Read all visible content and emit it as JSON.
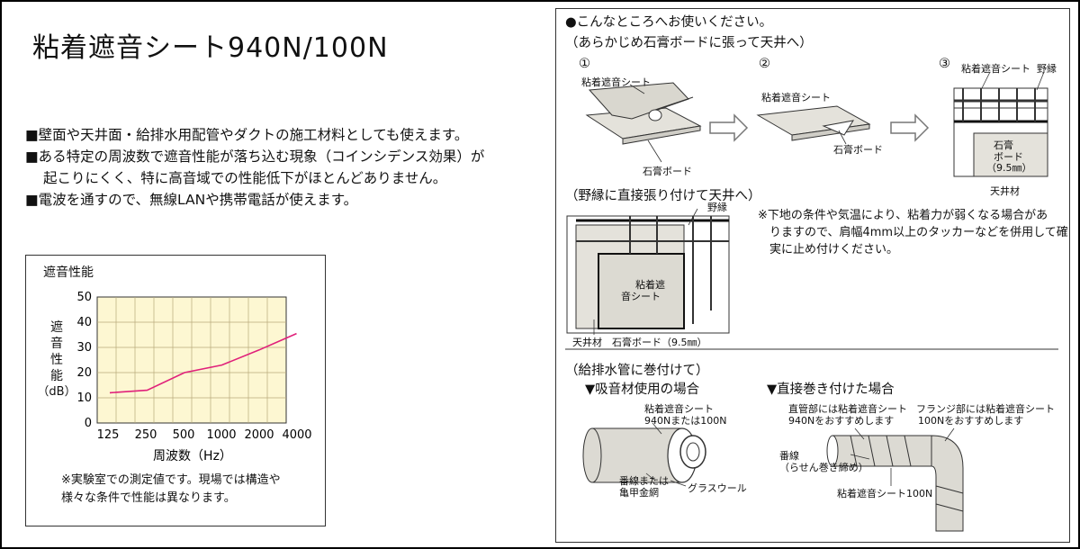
{
  "title": "粘着遮音シート940N/100N",
  "bullets": [
    {
      "mark": "■",
      "text": "壁面や天井面・給排水用配管やダクトの施工材料としても使えます。"
    },
    {
      "mark": "■",
      "text": "ある特定の周波数で遮音性能が落ち込む現象（コインシデンス効果）が"
    },
    {
      "mark": "",
      "text": "起こりにくく、特に高音域での性能低下がほとんどありません。"
    },
    {
      "mark": "■",
      "text": "電波を通すので、無線LANや携帯電話が使えます。"
    }
  ],
  "chart_data": {
    "type": "line",
    "title": "遮音性能",
    "xlabel": "周波数（Hz）",
    "ylabel": "遮音性能（dB）",
    "ylabel_chars": [
      "遮",
      "音",
      "性",
      "能"
    ],
    "ylabel_unit": "（dB）",
    "categories": [
      "125",
      "250",
      "500",
      "1000",
      "2000",
      "4000"
    ],
    "values": [
      12,
      13,
      20,
      23,
      29,
      35.5
    ],
    "ylim": [
      0,
      50
    ],
    "yticks": [
      "0",
      "10",
      "20",
      "30",
      "40",
      "50"
    ],
    "grid": true,
    "line_color": "#e0207a",
    "plot_bg": "#fdf7d2",
    "grid_color": "#b7a97a"
  },
  "chart_note": [
    "※実験室での測定値です。現場では構造や",
    "様々な条件で性能は異なります。"
  ],
  "usage": {
    "heading": "●こんなところへお使いください。",
    "sub1": "（あらかじめ石膏ボードに張って天井へ）",
    "steps": [
      {
        "num": "①",
        "labels": [
          "粘着遮音シート",
          "石膏ボード"
        ]
      },
      {
        "num": "②",
        "labels": [
          "粘着遮音シート",
          "石膏ボード"
        ]
      },
      {
        "num": "③",
        "labels": [
          "粘着遮音シート",
          "野縁",
          "石膏",
          "ボード",
          "（9.5㎜）",
          "天井材"
        ]
      }
    ],
    "sub2": "（野縁に直接張り付けて天井へ）",
    "direct_labels": [
      "野縁",
      "粘着遮",
      "音シート",
      "天井材",
      "石膏ボード（9.5㎜）"
    ],
    "note": [
      "※下地の条件や気温により、粘着力が弱くなる場合があ",
      "りますので、肩幅4mm以上のタッカーなどを併用して確",
      "実に止め付けください。"
    ],
    "sub3": "（給排水管に巻付けて）",
    "case1": {
      "title": "▼吸音材使用の場合",
      "labels": [
        "粘着遮音シート",
        "940Nまたは100N",
        "番線または",
        "亀甲金網",
        "グラスウール"
      ]
    },
    "case2": {
      "title": "▼直接巻き付けた場合",
      "labels": [
        "直管部には粘着遮音シート",
        "940Nをおすすめします",
        "フランジ部には粘着遮音シート",
        "100Nをおすすめします",
        "番線",
        "（らせん巻き締め）",
        "粘着遮音シート100N"
      ]
    }
  },
  "colors": {
    "ink": "#333333",
    "panel_fill": "#e4e2db",
    "arrow": "#777777",
    "pipe_fill": "#dcdad3"
  }
}
